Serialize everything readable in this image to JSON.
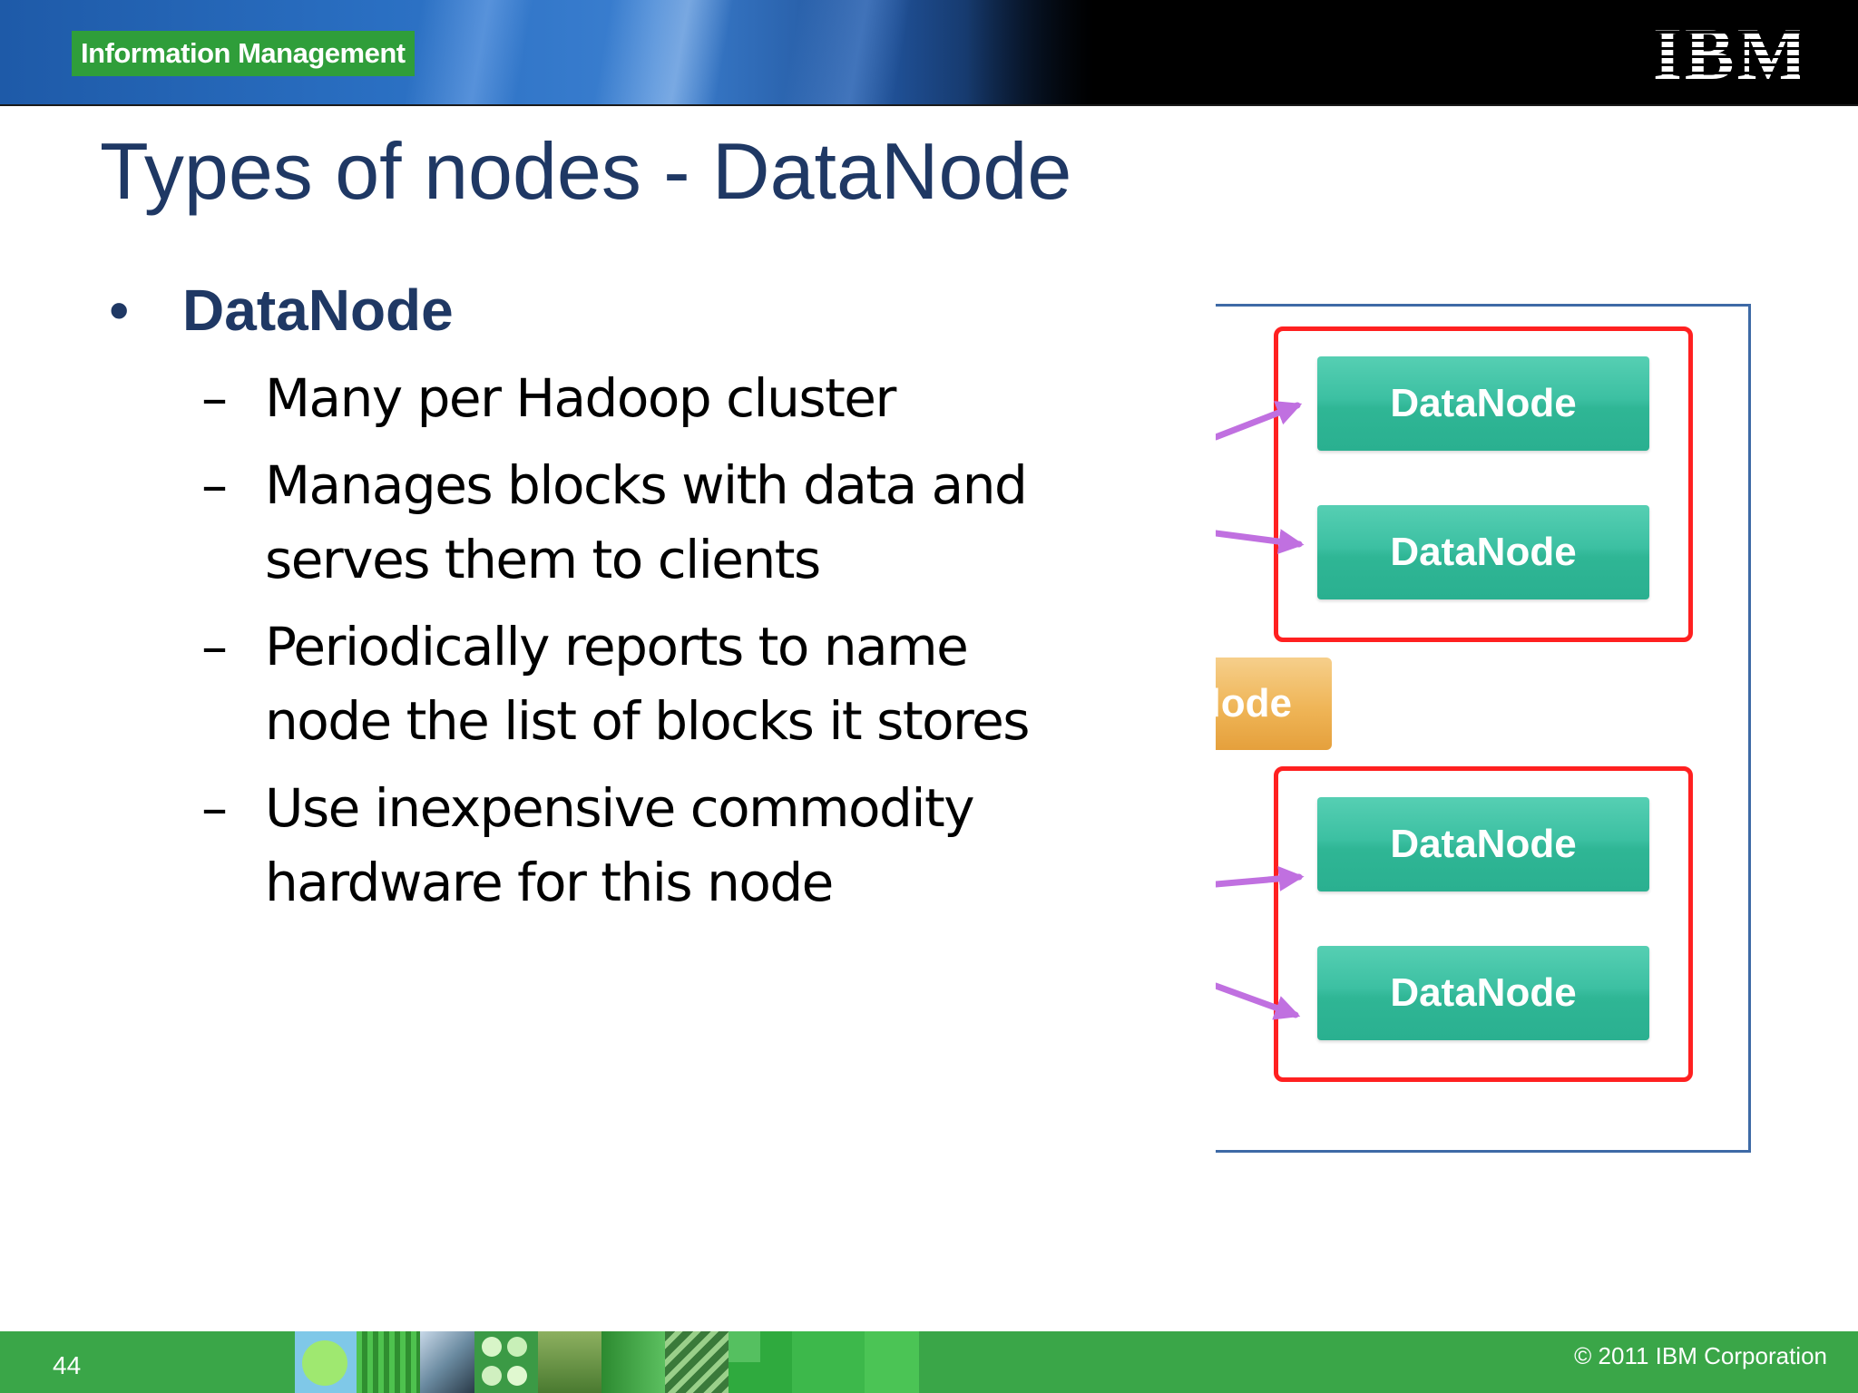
{
  "header": {
    "badge": "Information Management",
    "logo": "IBM"
  },
  "slide": {
    "title": "Types of nodes - DataNode",
    "bullet": {
      "marker": "•",
      "label": "DataNode",
      "sub_marker": "–",
      "items": [
        "Many per Hadoop cluster",
        "Manages blocks with data and serves them to clients",
        "Periodically reports to name node the list of blocks it stores",
        "Use inexpensive commodity hardware for this node"
      ]
    }
  },
  "diagram": {
    "datanode_labels": [
      "DataNode",
      "DataNode",
      "DataNode",
      "DataNode"
    ],
    "namenode_fragment": "lode",
    "colors": {
      "group_border": "#ff2020",
      "datanode_fill": "#3cc0a2",
      "namenode_fill": "#efb557",
      "arrow": "#c070e0",
      "frame": "#3e6aa6"
    }
  },
  "footer": {
    "page_number": "44",
    "copyright": "© 2011  IBM Corporation"
  }
}
